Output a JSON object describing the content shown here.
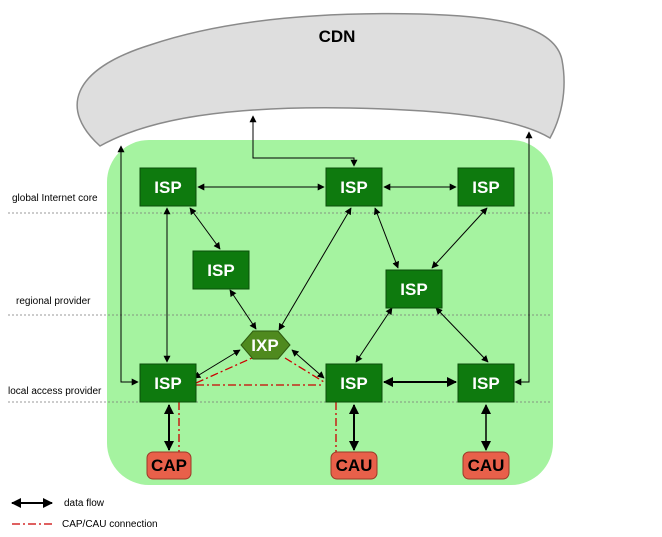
{
  "cdn": {
    "label": "CDN"
  },
  "layers": {
    "global": "global Internet core",
    "regional": "regional provider",
    "local": "local access provider"
  },
  "nodes": {
    "isp_global_left": "ISP",
    "isp_global_center": "ISP",
    "isp_global_right": "ISP",
    "isp_regional_left": "ISP",
    "isp_regional_right": "ISP",
    "ixp": "IXP",
    "isp_local_left": "ISP",
    "isp_local_center": "ISP",
    "isp_local_right": "ISP",
    "cap": "CAP",
    "cau_center": "CAU",
    "cau_right": "CAU"
  },
  "legend": {
    "data_flow": "data flow",
    "cap_cau": "CAP/CAU connection"
  },
  "colors": {
    "isp_fill": "#0e7a0e",
    "ixp_fill": "#4f8a1e",
    "cap_fill": "#e8604a",
    "domain_fill": "#a5f3a0",
    "cdn_fill": "#dedede",
    "cap_cau_line": "#cc0000"
  }
}
